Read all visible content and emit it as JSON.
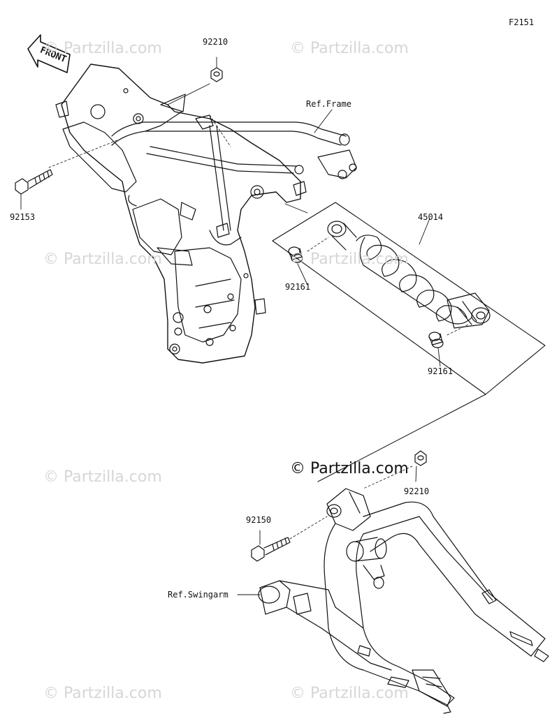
{
  "figure_code": "F2151",
  "copyright": "© Partzilla.com",
  "watermark": "© Partzilla.com",
  "front_label": "FRONT",
  "labels": {
    "nut_top": "92210",
    "ref_frame": "Ref.Frame",
    "bolt_left": "92153",
    "shock": "45014",
    "bushing_upper": "92161",
    "bushing_lower": "92161",
    "nut_lower": "92210",
    "bolt_lower": "92150",
    "ref_swingarm": "Ref.Swingarm"
  },
  "colors": {
    "line": "#111111",
    "watermark": "#d6d6d6"
  }
}
